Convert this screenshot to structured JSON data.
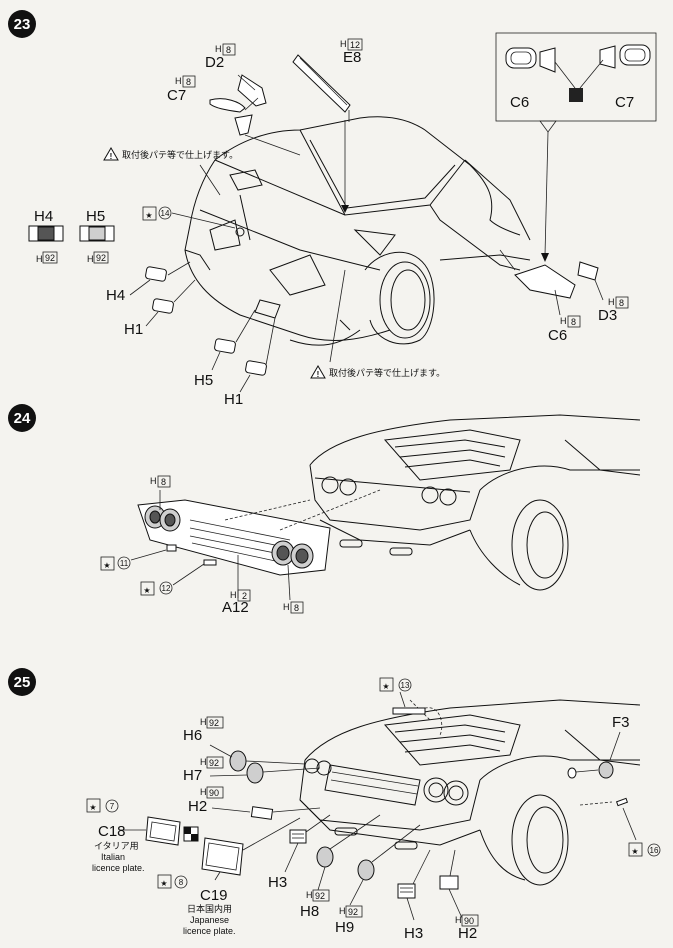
{
  "steps": [
    {
      "number": "23"
    },
    {
      "number": "24"
    },
    {
      "number": "25"
    }
  ],
  "step23": {
    "parts": {
      "D2": "D2",
      "C7": "C7",
      "E8": "E8",
      "C6": "C6",
      "D3": "D3",
      "H4": "H4",
      "H5": "H5",
      "H1": "H1"
    },
    "paint_codes": {
      "H8": "H",
      "H8n": "8",
      "H12": "H",
      "H12n": "12",
      "H92": "H",
      "H92n": "92"
    },
    "inset": {
      "C6": "C6",
      "C7": "C7"
    },
    "note_top": "取付後パテ等で仕上げます。",
    "note_bottom": "取付後パテ等で仕上げます。",
    "decal": "14"
  },
  "step24": {
    "parts": {
      "A12": "A12"
    },
    "decals": {
      "d11": "11",
      "d12": "12"
    }
  },
  "step25": {
    "parts": {
      "H6": "H6",
      "H7": "H7",
      "H2": "H2",
      "H3": "H3",
      "H8": "H8",
      "H9": "H9",
      "F3": "F3",
      "C18": "C18",
      "C19": "C19"
    },
    "paint": {
      "h90": "90",
      "h92": "92"
    },
    "decals": {
      "d7": "7",
      "d8": "8",
      "d13": "13",
      "d16": "16"
    },
    "c18_jp": "イタリア用",
    "c18_en1": "Italian",
    "c18_en2": "licence plate.",
    "c19_jp": "日本国内用",
    "c19_en1": "Japanese",
    "c19_en2": "licence plate."
  }
}
